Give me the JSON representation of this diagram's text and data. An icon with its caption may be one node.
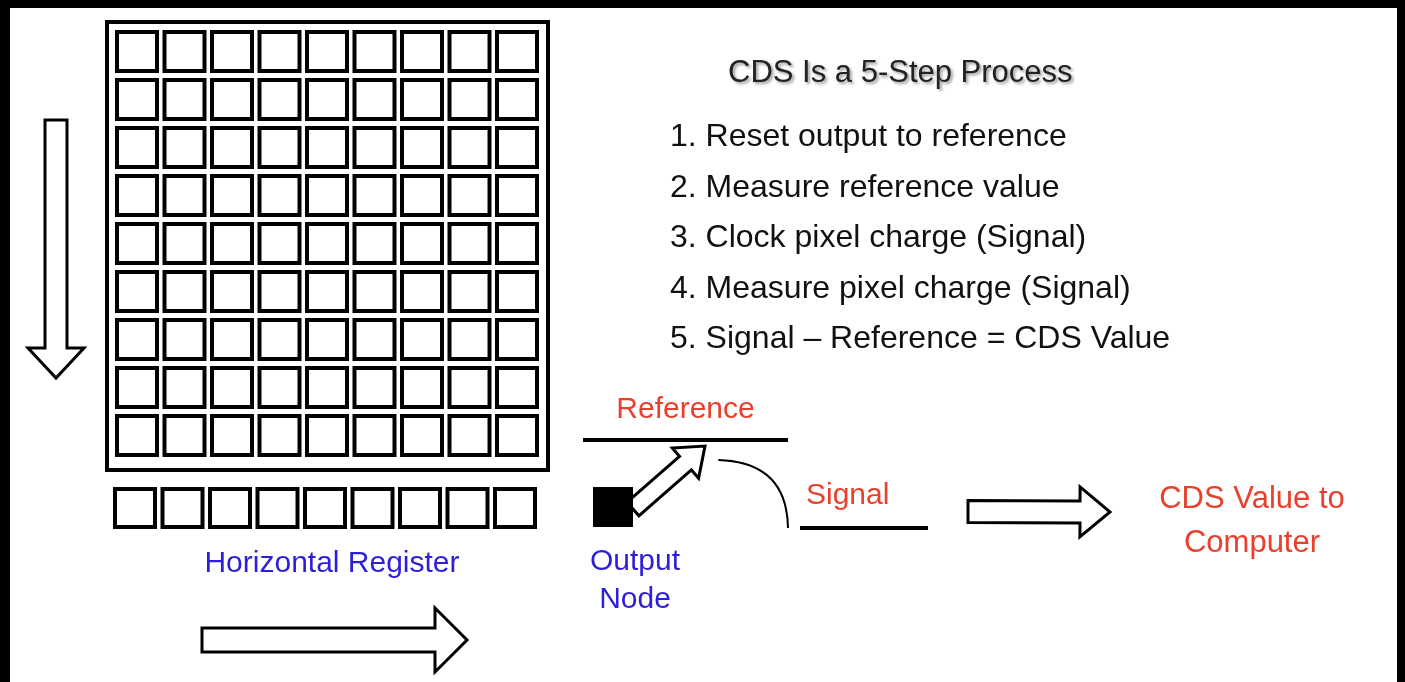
{
  "diagram": {
    "title": "CDS Is a 5-Step Process",
    "nodes": [
      {
        "text": [
          "Horizontal Register"
        ]
      },
      {
        "text": [
          "Output Node"
        ]
      },
      {
        "text": [
          "Reference"
        ]
      },
      {
        "text": [
          "Signal"
        ]
      },
      {
        "text": [
          "CDS Value to Computer"
        ]
      }
    ],
    "edges": [
      {
        "from": 1,
        "to": 2,
        "arrow": "to",
        "style": "thick"
      },
      {
        "from": 2,
        "to": 3,
        "arrow": "none"
      },
      {
        "from": 3,
        "to": 4,
        "arrow": "to",
        "style": "thick"
      }
    ],
    "labels": [
      "1. Reset output to reference",
      "2. Measure reference value",
      "3. Clock pixel charge (Signal)",
      "4. Measure pixel charge (Signal)",
      "5. Signal – Reference = CDS Value"
    ]
  }
}
